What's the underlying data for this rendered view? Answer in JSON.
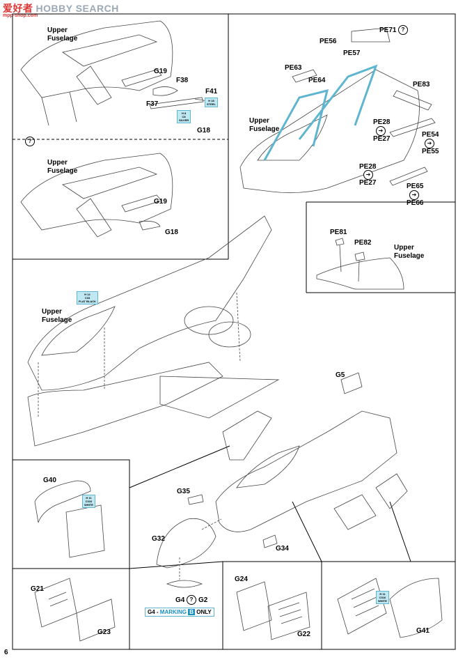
{
  "watermark": {
    "brand_cn": "爱好者",
    "brand_en": "HOBBY SEARCH",
    "url": "mpp-shop.com"
  },
  "page_number": "6",
  "labels": {
    "upper_fuselage": "Upper\nFuselage",
    "g19": "G19",
    "f38": "F38",
    "f41": "F41",
    "f37": "F37",
    "g18": "G18",
    "pe71": "PE71",
    "pe56": "PE56",
    "pe57": "PE57",
    "pe63": "PE63",
    "pe64": "PE64",
    "pe83": "PE83",
    "pe28a": "PE28",
    "pe27a": "PE27",
    "pe54": "PE54",
    "pe55": "PE55",
    "pe28b": "PE28",
    "pe27b": "PE27",
    "pe65": "PE65",
    "pe66": "PE66",
    "pe81": "PE81",
    "pe82": "PE82",
    "g5": "G5",
    "g40": "G40",
    "g35": "G35",
    "g32": "G32",
    "g34": "G34",
    "g4": "G4",
    "g2": "G2",
    "g21": "G21",
    "g23": "G23",
    "g24": "G24",
    "g22": "G22",
    "g41": "G41"
  },
  "titles": {
    "uf1_a": "Upper",
    "uf1_b": "Fuselage",
    "uf2_a": "Upper",
    "uf2_b": "Fuselage",
    "uf3_a": "Upper",
    "uf3_b": "Fuselage",
    "uf4_a": "Upper",
    "uf4_b": "Fuselage",
    "uf5_a": "Upper",
    "uf5_b": "Fuselage"
  },
  "paint_callouts": {
    "silver": {
      "code": "H 8",
      "gunze": "C8",
      "name": "SILVER"
    },
    "steel": {
      "code": "H 18",
      "gunze": "",
      "name": "STEEL"
    },
    "flat_black": {
      "code": "H 12",
      "gunze": "C33",
      "name": "FLAT BLACK"
    },
    "white_a": {
      "code": "H 11",
      "gunze": "C316",
      "name": "WHITE"
    },
    "white_b": {
      "code": "H 11",
      "gunze": "C316",
      "name": "WHITE"
    }
  },
  "marking_note": {
    "prefix": "G4 - ",
    "text": "MARKING",
    "badge": "B",
    "suffix": "ONLY"
  },
  "icons": [
    "question-circle-icon",
    "arrow-circle-icon"
  ]
}
